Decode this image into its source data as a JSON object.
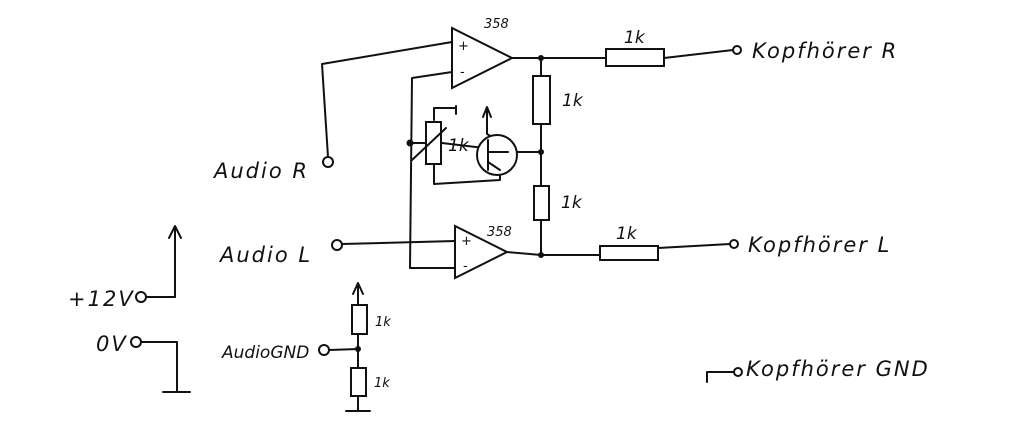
{
  "opamp_top": {
    "part": "358",
    "plus": "+",
    "minus": "-"
  },
  "opamp_bottom": {
    "part": "358",
    "plus": "+",
    "minus": "-"
  },
  "resistors": {
    "r_out_right": "1k",
    "r_div_top": "1k",
    "r_pot": "1k",
    "r_div_bottom": "1k",
    "r_out_left": "1k",
    "r_gnd_top": "1k",
    "r_gnd_bottom": "1k"
  },
  "terminals": {
    "audio_r": "Audio R",
    "audio_l": "Audio L",
    "plus12v": "+12V",
    "zero_v": "0V",
    "audio_gnd": "AudioGND",
    "kopfhoerer_r": "Kopfhörer R",
    "kopfhoerer_l": "Kopfhörer L",
    "kopfhoerer_gnd": "Kopfhörer GND"
  }
}
